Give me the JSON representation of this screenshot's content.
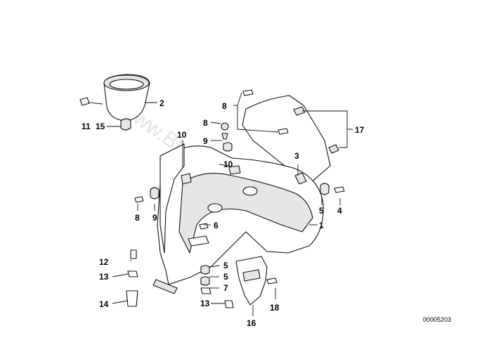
{
  "watermark": "www.BMWstore.pl",
  "reference_number": "00005203",
  "callouts": {
    "c1": "1",
    "c2": "2",
    "c3": "3",
    "c4": "4",
    "c5a": "5",
    "c5b": "5",
    "c5c": "5",
    "c6": "6",
    "c7": "7",
    "c8a": "8",
    "c8b": "8",
    "c8c": "8",
    "c9a": "9",
    "c9b": "9",
    "c10a": "10",
    "c10b": "10",
    "c11": "11",
    "c12": "12",
    "c13a": "13",
    "c13b": "13",
    "c14": "14",
    "c15": "15",
    "c16": "16",
    "c17": "17",
    "c18": "18"
  }
}
